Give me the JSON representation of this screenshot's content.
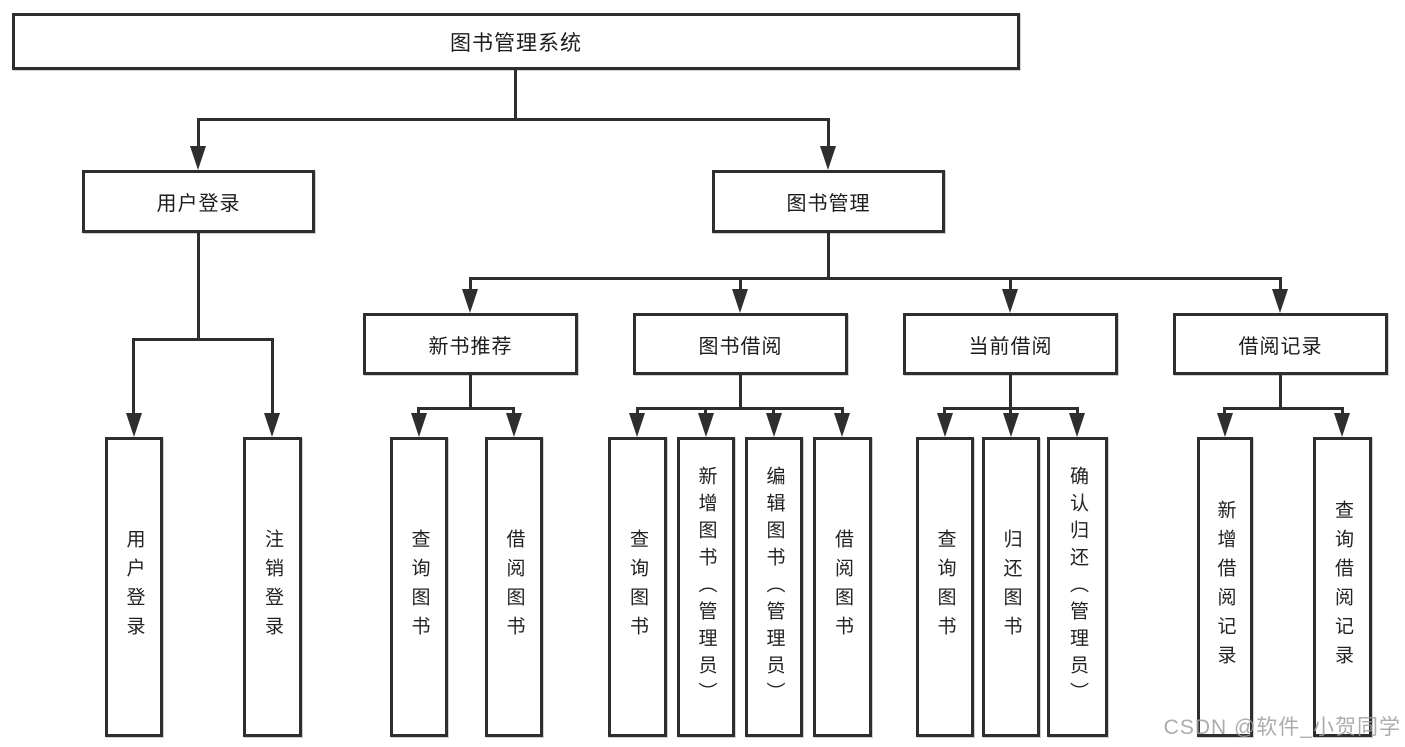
{
  "colors": {
    "line": "#2e2e2e",
    "text": "#1c1c1c",
    "watermark": "#9e9e9e",
    "background": "#ffffff"
  },
  "diagram": {
    "root": {
      "label": "图书管理系统"
    },
    "branches": {
      "user_login": {
        "label": "用户登录",
        "children": {
          "login": {
            "label": "用户登录"
          },
          "logout": {
            "label": "注销登录"
          }
        }
      },
      "book_mgmt": {
        "label": "图书管理",
        "children": {
          "new_book_rec": {
            "label": "新书推荐",
            "children": {
              "query_book": {
                "label": "查询图书"
              },
              "borrow_book": {
                "label": "借阅图书"
              }
            }
          },
          "book_borrow": {
            "label": "图书借阅",
            "children": {
              "query_book": {
                "label": "查询图书"
              },
              "add_book": {
                "label": "新增图书（管理员）"
              },
              "edit_book": {
                "label": "编辑图书（管理员）"
              },
              "borrow_book": {
                "label": "借阅图书"
              }
            }
          },
          "current_borrow": {
            "label": "当前借阅",
            "children": {
              "query_book": {
                "label": "查询图书"
              },
              "return_book": {
                "label": "归还图书"
              },
              "confirm_return": {
                "label": "确认归还（管理员）"
              }
            }
          },
          "borrow_records": {
            "label": "借阅记录",
            "children": {
              "add_record": {
                "label": "新增借阅记录"
              },
              "query_record": {
                "label": "查询借阅记录"
              }
            }
          }
        }
      }
    }
  },
  "watermark": {
    "text": "CSDN @软件_小贺同学"
  }
}
